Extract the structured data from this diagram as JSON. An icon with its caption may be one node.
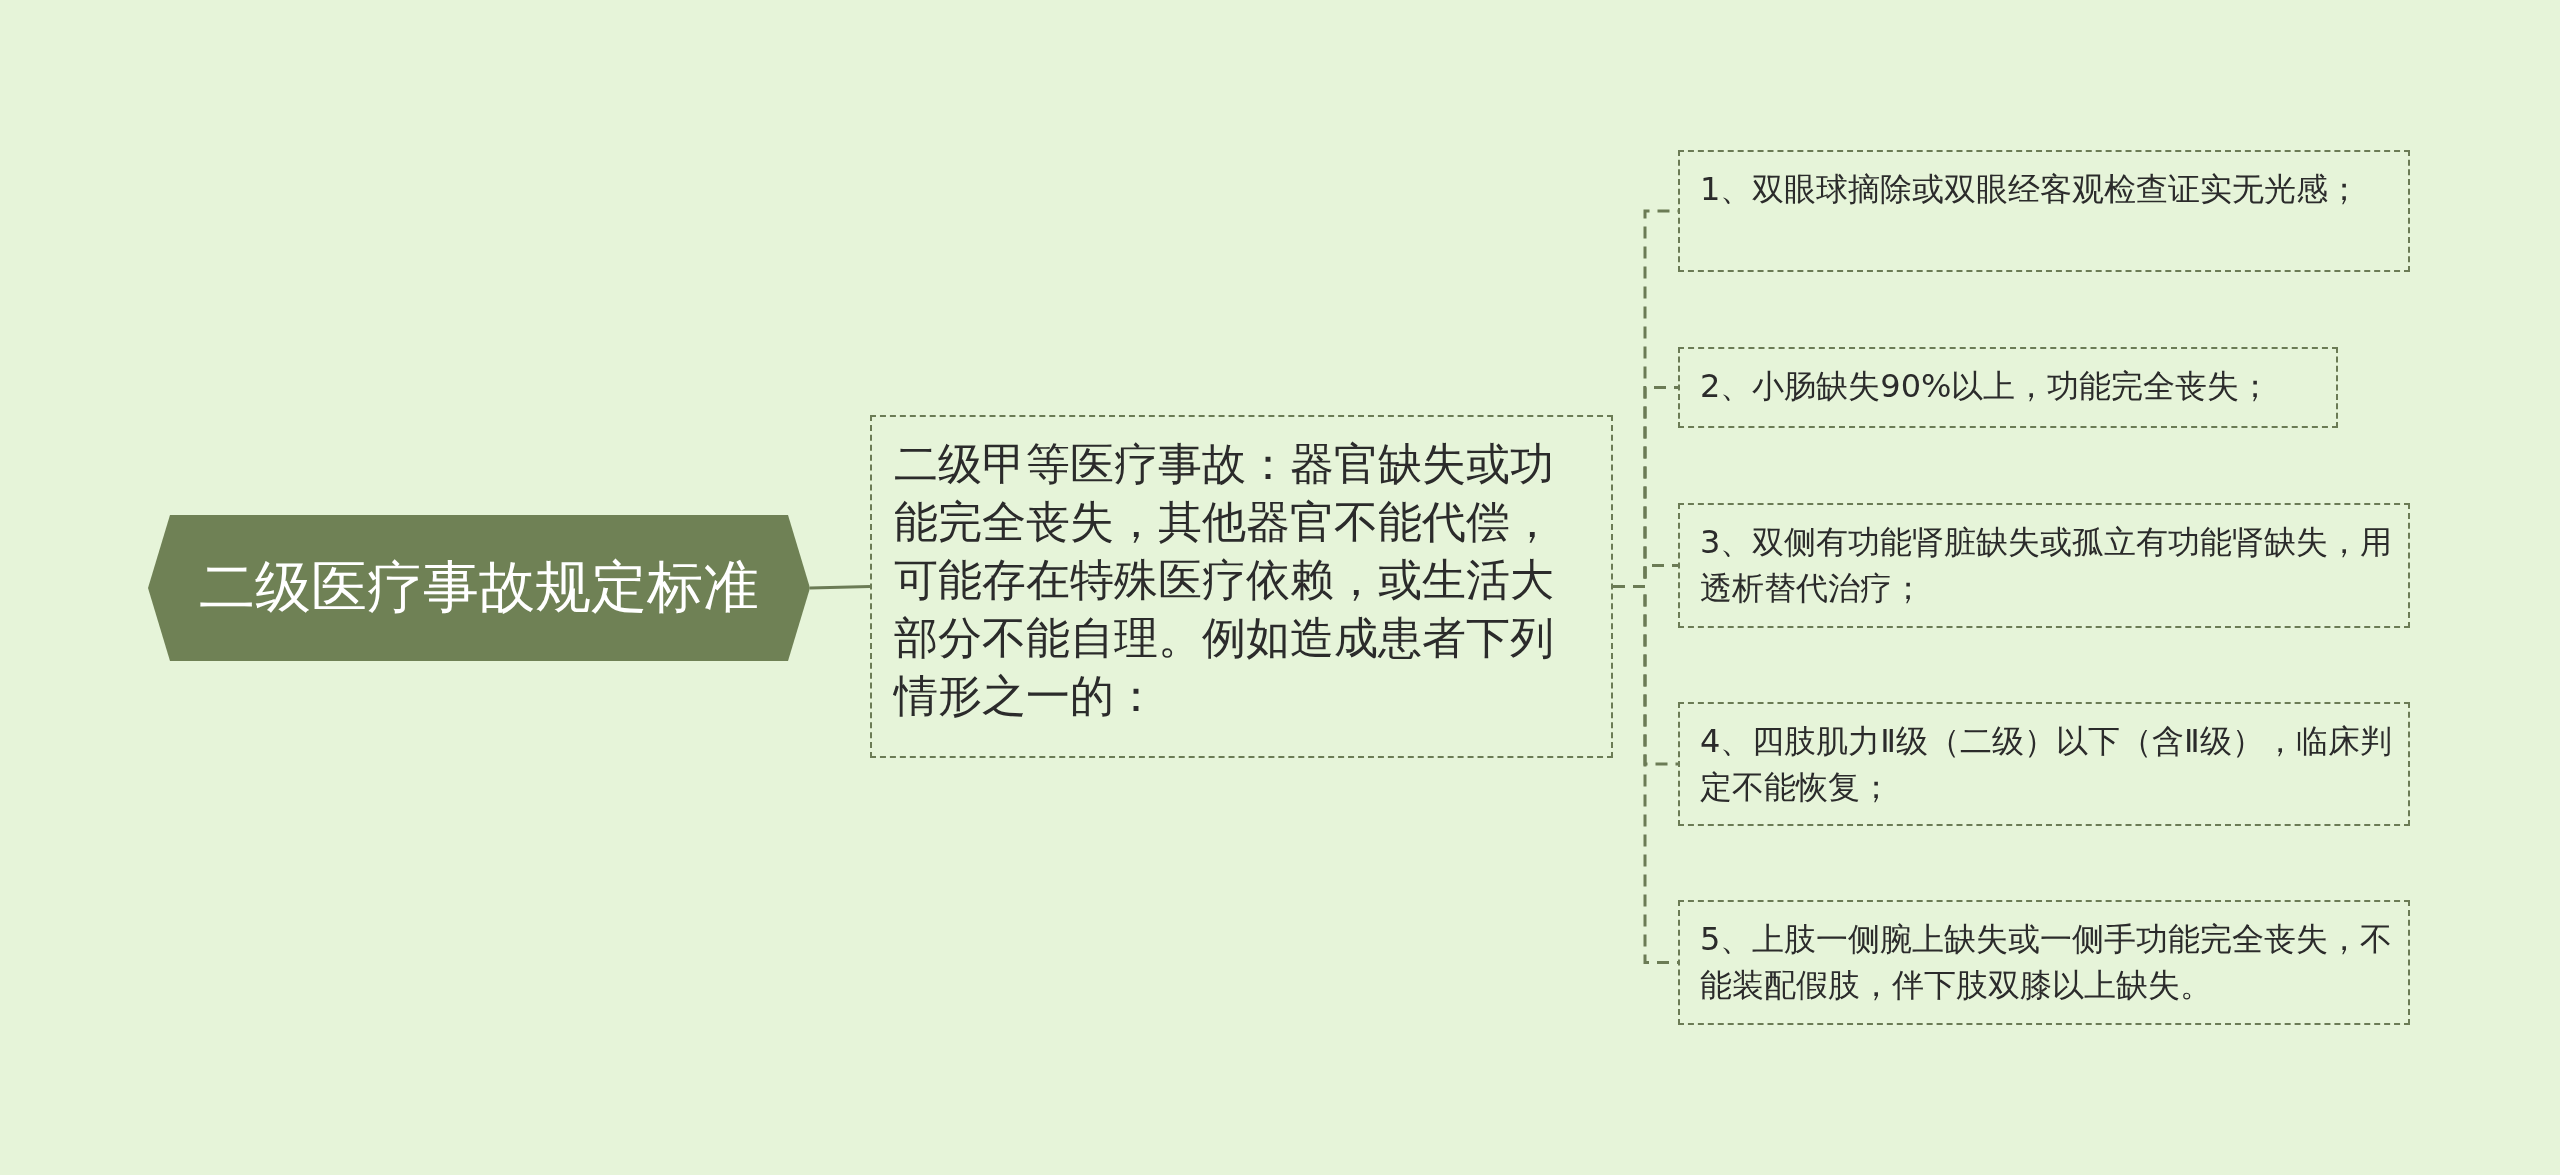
{
  "diagram": {
    "nodes": [
      {
        "text": [
          "二级医疗事故规定标准"
        ]
      },
      {
        "text": [
          "二级甲等医疗事故：器官缺失或功能完全丧失，其他器官不能代偿，可能存在特殊医疗依赖，或生活大部分不能自理。例如造成患者下列情形之一的："
        ]
      },
      {
        "text": [
          "1、双眼球摘除或双眼经客观检查证实无光感；"
        ]
      },
      {
        "text": [
          "2、小肠缺失90%以上，功能完全丧失；"
        ]
      },
      {
        "text": [
          "3、双侧有功能肾脏缺失或孤立有功能肾缺失，用透析替代治疗；"
        ]
      },
      {
        "text": [
          "4、四肢肌力Ⅱ级（二级）以下（含Ⅱ级），临床判定不能恢复；"
        ]
      },
      {
        "text": [
          "5、上肢一侧腕上缺失或一侧手功能完全丧失，不能装配假肢，伴下肢双膝以上缺失。"
        ]
      }
    ],
    "edges": [
      {
        "from": 0,
        "to": 1,
        "arrow": "none"
      },
      {
        "from": 1,
        "to": 2,
        "arrow": "none",
        "style": "dashed"
      },
      {
        "from": 1,
        "to": 3,
        "arrow": "none",
        "style": "dashed"
      },
      {
        "from": 1,
        "to": 4,
        "arrow": "none",
        "style": "dashed"
      },
      {
        "from": 1,
        "to": 5,
        "arrow": "none",
        "style": "dashed"
      },
      {
        "from": 1,
        "to": 6,
        "arrow": "none",
        "style": "dashed"
      }
    ]
  }
}
